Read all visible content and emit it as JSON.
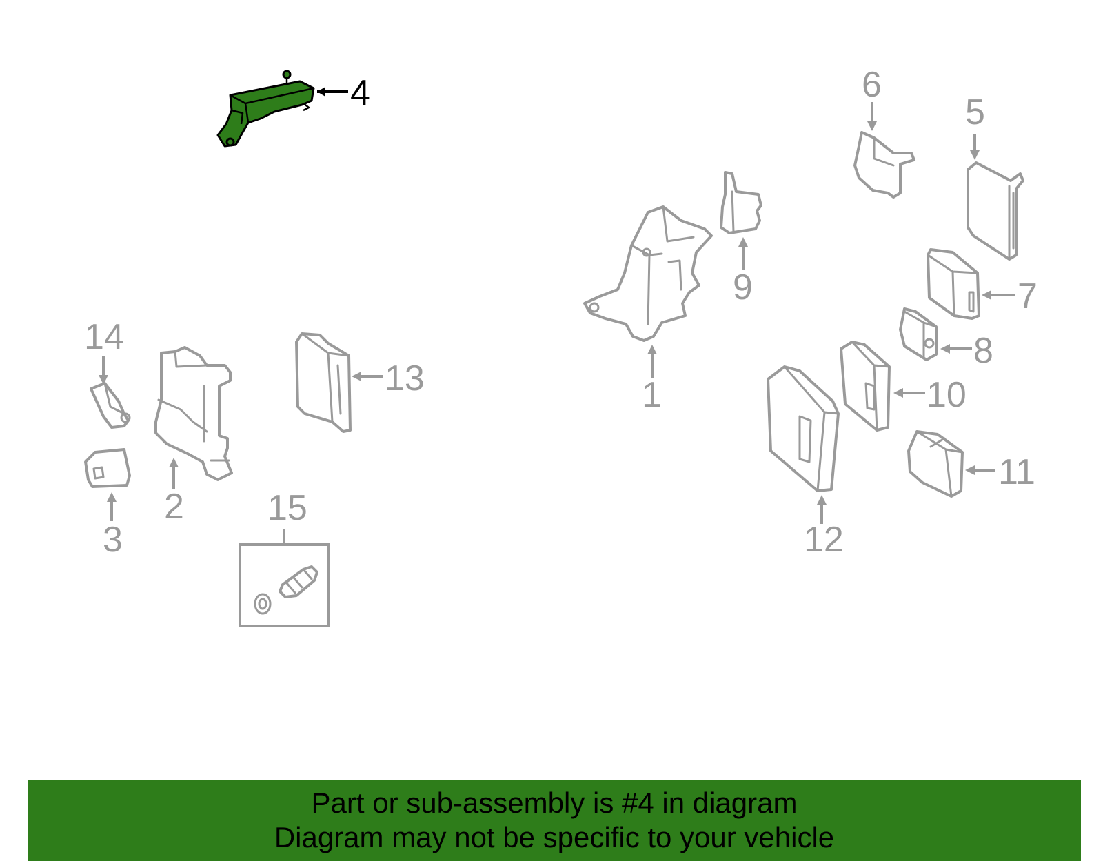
{
  "colors": {
    "highlight_part": "#2e7d1a",
    "banner_background": "#2e7d1a",
    "part_outline": "#9a9a9a",
    "highlight_outline": "#000000"
  },
  "callouts": {
    "c1": "1",
    "c2": "2",
    "c3": "3",
    "c4": "4",
    "c5": "5",
    "c6": "6",
    "c7": "7",
    "c8": "8",
    "c9": "9",
    "c10": "10",
    "c11": "11",
    "c12": "12",
    "c13": "13",
    "c14": "14",
    "c15": "15"
  },
  "highlighted_callout": "4",
  "banner": {
    "line1": "Part or sub-assembly is #4 in diagram",
    "line2": "Diagram may not be specific to your vehicle"
  }
}
